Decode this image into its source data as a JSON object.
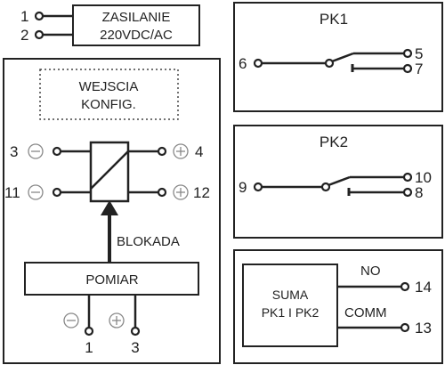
{
  "supply": {
    "label_line1": "ZASILANIE",
    "label_line2": "220VDC/AC",
    "terminal_1": "1",
    "terminal_2": "2"
  },
  "main_module": {
    "config_line1": "WEJSCIA",
    "config_line2": "KONFIG.",
    "terminal_3": "3",
    "terminal_4": "4",
    "terminal_11": "11",
    "terminal_12": "12",
    "block_label": "BLOKADA",
    "measure_label": "POMIAR",
    "bottom_left": "1",
    "bottom_right": "3"
  },
  "relay_pk1": {
    "title": "PK1",
    "common": "6",
    "contact_a": "5",
    "contact_b": "7"
  },
  "relay_pk2": {
    "title": "PK2",
    "common": "9",
    "contact_a": "10",
    "contact_b": "8"
  },
  "sum_module": {
    "label_line1": "SUMA",
    "label_line2": "PK1 I PK2",
    "no_label": "NO",
    "comm_label": "COMM",
    "terminal_14": "14",
    "terminal_13": "13"
  },
  "colors": {
    "line": "#222222",
    "circle_sign": "#888888",
    "frame": "#222222",
    "background": "#ffffff"
  }
}
